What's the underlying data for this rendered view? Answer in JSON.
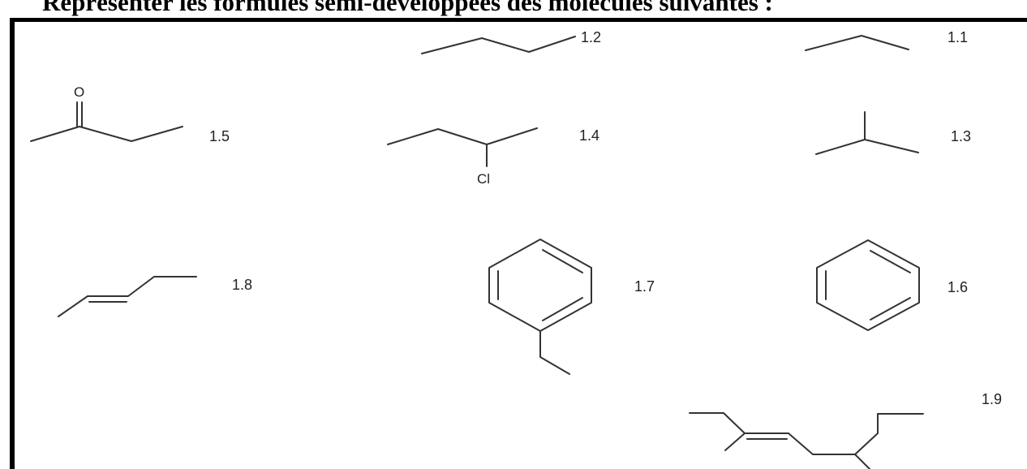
{
  "instruction": "Représenter les formules semi-développées des molécules suivantes :",
  "molecules": [
    {
      "id": "1.1",
      "label": "1.1"
    },
    {
      "id": "1.2",
      "label": "1.2"
    },
    {
      "id": "1.3",
      "label": "1.3"
    },
    {
      "id": "1.4",
      "label": "1.4",
      "atom": "Cl"
    },
    {
      "id": "1.5",
      "label": "1.5",
      "atom": "O"
    },
    {
      "id": "1.6",
      "label": "1.6"
    },
    {
      "id": "1.7",
      "label": "1.7"
    },
    {
      "id": "1.8",
      "label": "1.8"
    },
    {
      "id": "1.9",
      "label": "1.9"
    }
  ]
}
